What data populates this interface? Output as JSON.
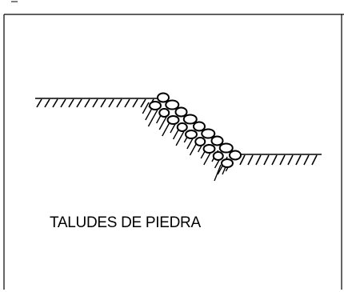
{
  "caption": "TALUDES DE PIEDRA",
  "colors": {
    "ink": "#000000",
    "paper": "#ffffff"
  },
  "elements": {
    "upper_ground": "hatched-ground",
    "slope": "hatched-slope-with-stone-riprap",
    "lower_ground": "hatched-ground"
  }
}
